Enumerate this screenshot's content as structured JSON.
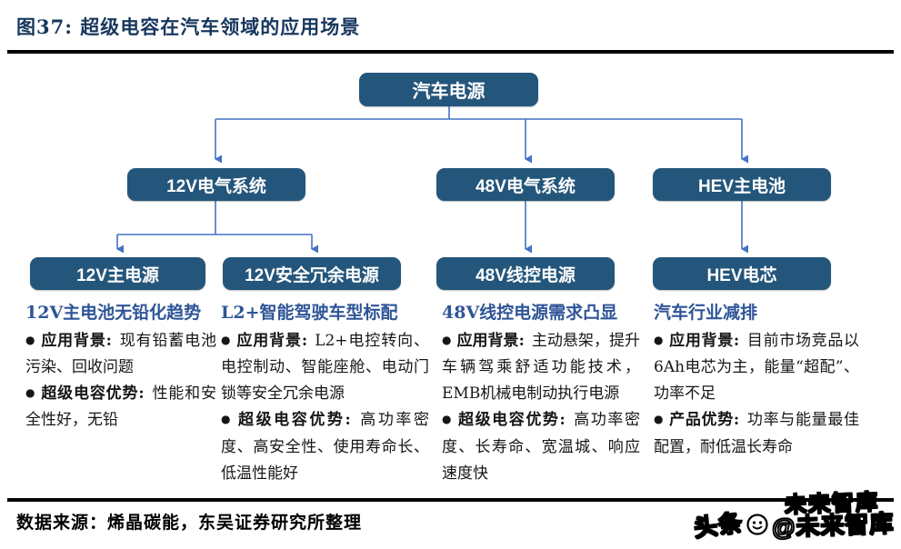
{
  "title": "图37:  超级电容在汽车领域的应用场景",
  "bullet_char": "●",
  "tree": {
    "root": "汽车电源",
    "level2": [
      "12V电气系统",
      "48V电气系统",
      "HEV主电池"
    ],
    "level3": [
      "12V主电源",
      "12V安全冗余电源",
      "48V线控电源",
      "HEV电芯"
    ]
  },
  "columns": [
    {
      "heading": "12V主电池无铅化趋势",
      "bullets": [
        {
          "label": "应用背景:",
          "text": "现有铅蓄电池污染、回收问题"
        },
        {
          "label": "超级电容优势:",
          "text": "性能和安全性好，无铅"
        }
      ]
    },
    {
      "heading": "L2+智能驾驶车型标配",
      "bullets": [
        {
          "label": "应用背景:",
          "text": "L2+电控转向、电控制动、智能座舱、电动门锁等安全冗余电源"
        },
        {
          "label": "超级电容优势:",
          "text": "高功率密度、高安全性、使用寿命长、低温性能好"
        }
      ]
    },
    {
      "heading": "48V线控电源需求凸显",
      "bullets": [
        {
          "label": "应用背景:",
          "text": "主动悬架，提升车辆驾乘舒适功能技术，EMB机械电制动执行电源"
        },
        {
          "label": "超级电容优势:",
          "text": "高功率密度、长寿命、宽温城、响应速度快"
        }
      ]
    },
    {
      "heading": "汽车行业减排",
      "bullets": [
        {
          "label": "应用背景:",
          "text": "目前市场竞品以6Ah电芯为主，能量“超配”、功率不足"
        },
        {
          "label": "产品优势:",
          "text": "功率与能量最佳配置，耐低温长寿命"
        }
      ]
    }
  ],
  "footer": {
    "source": "数据来源：烯晶碳能，东吴证券研究所整理"
  },
  "watermark": {
    "ghost": "未来智库",
    "brand": "头条",
    "handle": "@未来智库"
  },
  "colors": {
    "node_fill": "#24567B",
    "connector": "#4472C4",
    "fig_title": "#17375E",
    "column_heading": "#2F5597",
    "divider": "#000000"
  }
}
